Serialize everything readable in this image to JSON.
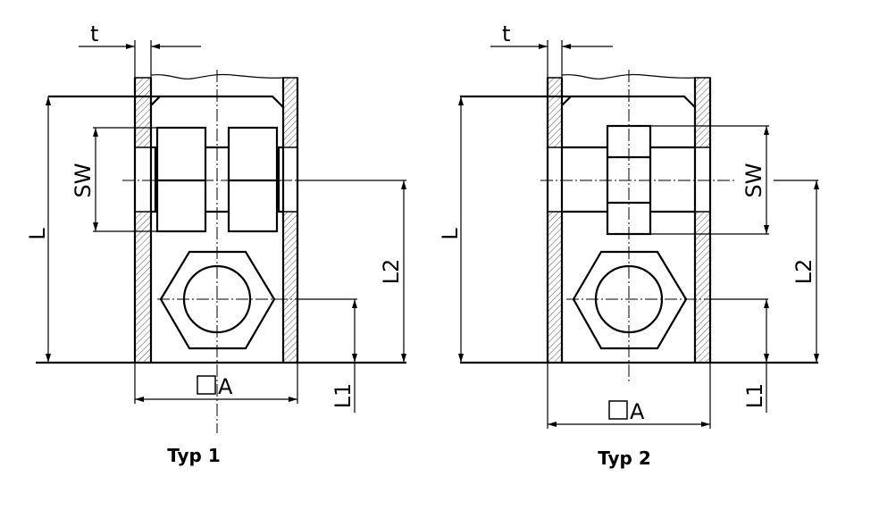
{
  "figures": [
    {
      "caption": "Typ 1",
      "labels": {
        "t": "t",
        "L": "L",
        "SW": "SW",
        "L1": "L1",
        "L2": "L2",
        "A": "A"
      }
    },
    {
      "caption": "Typ 2",
      "labels": {
        "t": "t",
        "L": "L",
        "SW": "SW",
        "L1": "L1",
        "L2": "L2",
        "A": "A"
      }
    }
  ]
}
